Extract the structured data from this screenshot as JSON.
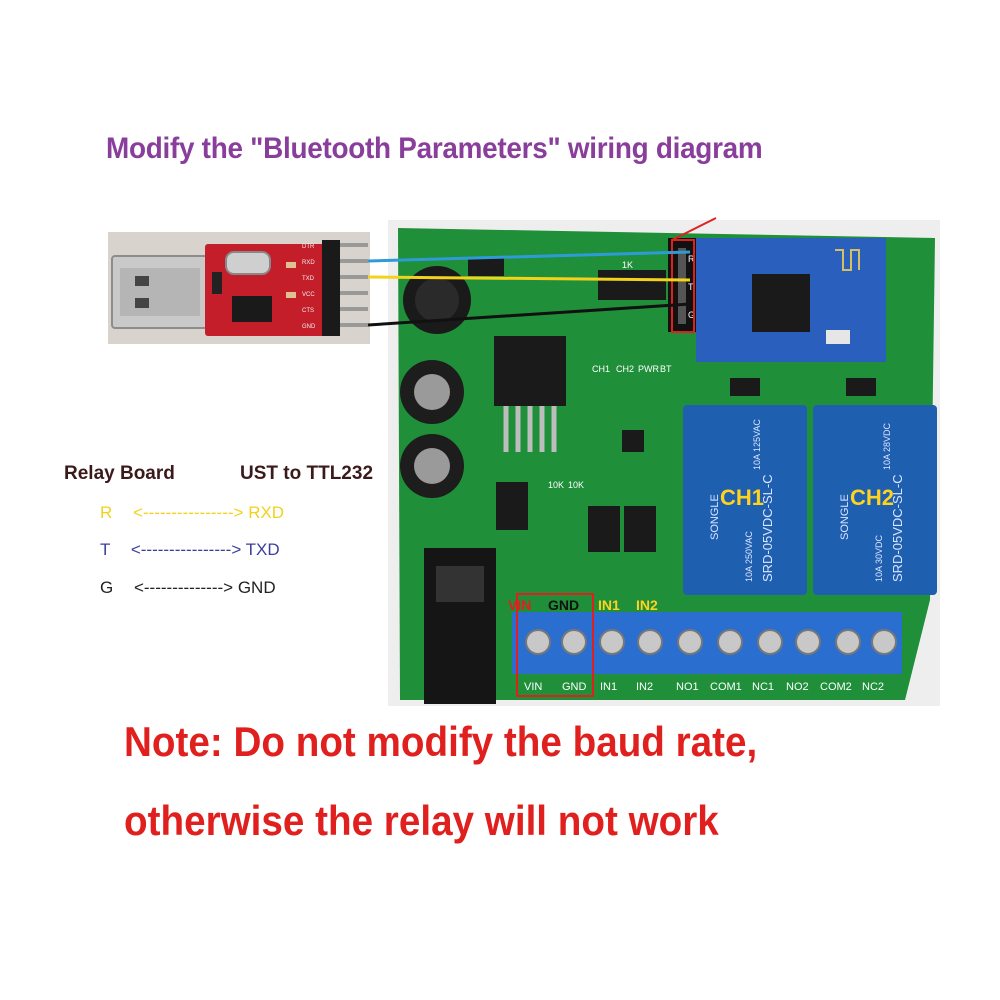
{
  "title": "Modify the \"Bluetooth Parameters\" wiring diagram",
  "usb_module": {
    "pins": [
      "DTR",
      "RXD",
      "TXD",
      "VCC",
      "CTS",
      "GND"
    ]
  },
  "board": {
    "channels": [
      "CH1",
      "CH2"
    ],
    "leds": [
      "CH1",
      "CH2",
      "PWR",
      "BT"
    ],
    "uart_pins": [
      "R",
      "T",
      "G"
    ],
    "relay_text": [
      "SONGLE",
      "SRD-05VDC-SL-C",
      "10A 250VAC",
      "10A 125VAC",
      "10A 30VDC",
      "10A 28VDC"
    ],
    "terminal_highlight": [
      "VIN",
      "GND",
      "IN1",
      "IN2"
    ],
    "terminals": [
      "VIN",
      "GND",
      "IN1",
      "IN2",
      "NO1",
      "COM1",
      "NC1",
      "NO2",
      "COM2",
      "NC2"
    ],
    "resistor_labels": [
      "10K",
      "10K",
      "1K"
    ]
  },
  "legend": {
    "left_header": "Relay Board",
    "right_header": "UST to TTL232",
    "rows": [
      {
        "left": "R",
        "arrow": "<---------------->",
        "right": "RXD",
        "color": "#f2d21b"
      },
      {
        "left": "T",
        "arrow": "<---------------->",
        "right": "TXD",
        "color": "#3b3f9a"
      },
      {
        "left": "G",
        "arrow": "<-------------->",
        "right": "GND",
        "color": "#222222"
      }
    ]
  },
  "note": {
    "line1": "Note: Do not modify the baud rate,",
    "line2": "otherwise the relay will not work"
  },
  "colors": {
    "title": "#8a3e9c",
    "note": "#e0201e",
    "pcb": "#1f8f3a",
    "relay": "#1f5fb0",
    "terminal": "#2a6fd0"
  }
}
